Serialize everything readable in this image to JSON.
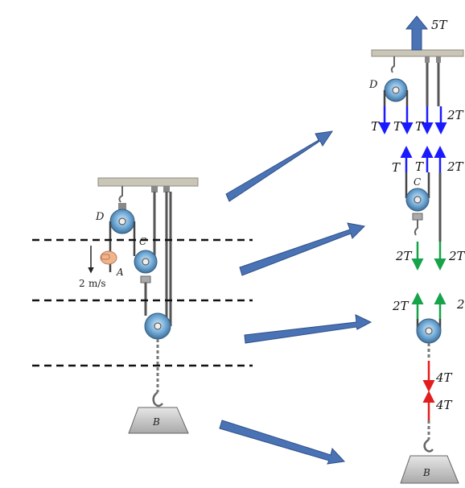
{
  "points": {
    "A": "A",
    "B": "B",
    "C": "C",
    "D": "D"
  },
  "velocity": {
    "value": "2",
    "unit": "m/s"
  },
  "forces": {
    "top_support": "5T",
    "pulley_d_left_1": "T",
    "pulley_d_left_2": "T",
    "pulley_d_mid": "T",
    "pulley_d_right": "2T",
    "pulley_c_left_1": "T",
    "pulley_c_left_2": "T",
    "pulley_c_right": "2T",
    "pulley_c_bottom_left": "2T",
    "pulley_c_bottom_right": "2T",
    "pulley_lower_top_left": "2T",
    "pulley_lower_top_right": "2",
    "chain_down": "4T",
    "chain_up": "4T"
  },
  "colors": {
    "blue_arrow": "#4a73b5",
    "blue_force": "#1a1aff",
    "green_force": "#16a34a",
    "red_force": "#e11d1d",
    "pulley": "#6fa8d6",
    "ceiling": "#c9c6b8"
  }
}
